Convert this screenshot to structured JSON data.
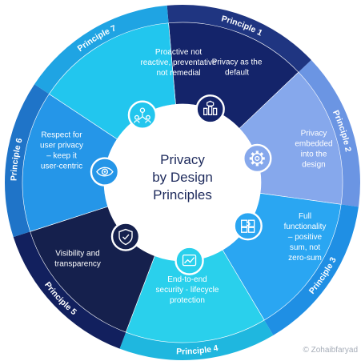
{
  "center_title": [
    "Privacy",
    "by Design",
    "Principles"
  ],
  "watermark": "© Zohaibfaryad",
  "principles": [
    {
      "ring_label": "Principle 1",
      "text": [
        "Proactive not",
        "reactive, preventative",
        "not remedial"
      ],
      "icon": "shield-blocks-icon",
      "ring_color": "#1f3581",
      "segment_color": "#14246a"
    },
    {
      "ring_label": "Principle 2",
      "text": [
        "Privacy as the",
        "default"
      ],
      "icon": "gear-icon",
      "ring_color": "#6b95e3",
      "segment_color": "#86a8ec"
    },
    {
      "ring_label": "Principle 3",
      "text": [
        "Privacy",
        "embedded",
        "into the",
        "design"
      ],
      "icon": "puzzle-icon",
      "ring_color": "#1f8fe4",
      "segment_color": "#2aa6f2"
    },
    {
      "ring_label": "Principle 4",
      "text": [
        "Full",
        "functionality",
        "– positive",
        "sum, not",
        "zero-sum"
      ],
      "icon": "chart-icon",
      "ring_color": "#1fb7df",
      "segment_color": "#2ad0ec"
    },
    {
      "ring_label": "Principle 5",
      "text": [
        "End-to-end",
        "security - lifecycle",
        "protection"
      ],
      "icon": "security-shield-icon",
      "ring_color": "#12205e",
      "segment_color": "#15204d"
    },
    {
      "ring_label": "Principle 6",
      "text": [
        "Visibility and",
        "transparency"
      ],
      "icon": "eye-icon",
      "ring_color": "#1f74c8",
      "segment_color": "#2596e8"
    },
    {
      "ring_label": "Principle 7",
      "text": [
        "Respect for",
        "user privacy",
        "– keep it",
        "user-centric"
      ],
      "icon": "users-icon",
      "ring_color": "#1fa4e3",
      "segment_color": "#22c6ee"
    }
  ]
}
